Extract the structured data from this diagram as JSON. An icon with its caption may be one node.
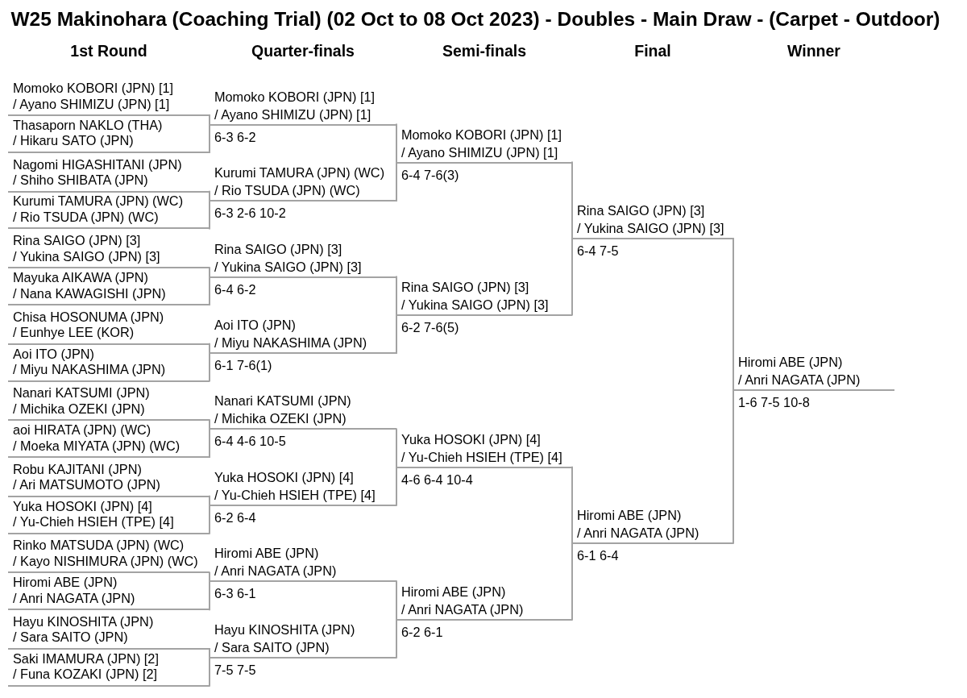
{
  "diagram": {
    "title": "W25 Makinohara (Coaching Trial) (02 Oct to 08 Oct 2023) - Doubles - Main Draw - (Carpet - Outdoor)",
    "labels": [
      "1st Round",
      "Quarter-finals",
      "Semi-finals",
      "Final",
      "Winner"
    ],
    "nodes": [
      {
        "text": [
          "Momoko KOBORI (JPN) [1]",
          "/ Ayano SHIMIZU (JPN) [1]"
        ]
      },
      {
        "text": [
          "Thasaporn NAKLO (THA)",
          "/ Hikaru SATO (JPN)"
        ]
      },
      {
        "text": [
          "Nagomi HIGASHITANI (JPN)",
          "/ Shiho SHIBATA (JPN)"
        ]
      },
      {
        "text": [
          "Kurumi TAMURA (JPN) (WC)",
          "/ Rio TSUDA (JPN) (WC)"
        ]
      },
      {
        "text": [
          "Rina SAIGO (JPN) [3]",
          "/ Yukina SAIGO (JPN) [3]"
        ]
      },
      {
        "text": [
          "Mayuka AIKAWA (JPN)",
          "/ Nana KAWAGISHI (JPN)"
        ]
      },
      {
        "text": [
          "Chisa HOSONUMA (JPN)",
          "/ Eunhye LEE (KOR)"
        ]
      },
      {
        "text": [
          "Aoi ITO (JPN)",
          "/ Miyu NAKASHIMA (JPN)"
        ]
      },
      {
        "text": [
          "Nanari KATSUMI (JPN)",
          "/ Michika OZEKI (JPN)"
        ]
      },
      {
        "text": [
          "aoi HIRATA (JPN) (WC)",
          "/ Moeka MIYATA (JPN) (WC)"
        ]
      },
      {
        "text": [
          "Robu KAJITANI (JPN)",
          "/ Ari MATSUMOTO (JPN)"
        ]
      },
      {
        "text": [
          "Yuka HOSOKI (JPN) [4]",
          "/ Yu-Chieh HSIEH (TPE) [4]"
        ]
      },
      {
        "text": [
          "Rinko MATSUDA (JPN) (WC)",
          "/ Kayo NISHIMURA (JPN) (WC)"
        ]
      },
      {
        "text": [
          "Hiromi ABE (JPN)",
          "/ Anri NAGATA (JPN)"
        ]
      },
      {
        "text": [
          "Hayu KINOSHITA (JPN)",
          "/ Sara SAITO (JPN)"
        ]
      },
      {
        "text": [
          "Saki IMAMURA (JPN) [2]",
          "/ Funa KOZAKI (JPN) [2]"
        ]
      },
      {
        "text": [
          "Momoko KOBORI (JPN) [1]",
          "/ Ayano SHIMIZU (JPN) [1]"
        ],
        "beside": [
          "6-3 6-2"
        ]
      },
      {
        "text": [
          "Kurumi TAMURA (JPN) (WC)",
          "/ Rio TSUDA (JPN) (WC)"
        ],
        "beside": [
          "6-3 2-6 10-2"
        ]
      },
      {
        "text": [
          "Rina SAIGO (JPN) [3]",
          "/ Yukina SAIGO (JPN) [3]"
        ],
        "beside": [
          "6-4 6-2"
        ]
      },
      {
        "text": [
          "Aoi ITO (JPN)",
          "/ Miyu NAKASHIMA (JPN)"
        ],
        "beside": [
          "6-1 7-6(1)"
        ]
      },
      {
        "text": [
          "Nanari KATSUMI (JPN)",
          "/ Michika OZEKI (JPN)"
        ],
        "beside": [
          "6-4 4-6 10-5"
        ]
      },
      {
        "text": [
          "Yuka HOSOKI (JPN) [4]",
          "/ Yu-Chieh HSIEH (TPE) [4]"
        ],
        "beside": [
          "6-2 6-4"
        ]
      },
      {
        "text": [
          "Hiromi ABE (JPN)",
          "/ Anri NAGATA (JPN)"
        ],
        "beside": [
          "6-3 6-1"
        ]
      },
      {
        "text": [
          "Hayu KINOSHITA (JPN)",
          "/ Sara SAITO (JPN)"
        ],
        "beside": [
          "7-5 7-5"
        ]
      },
      {
        "text": [
          "Momoko KOBORI (JPN) [1]",
          "/ Ayano SHIMIZU (JPN) [1]"
        ],
        "beside": [
          "6-4 7-6(3)"
        ]
      },
      {
        "text": [
          "Rina SAIGO (JPN) [3]",
          "/ Yukina SAIGO (JPN) [3]"
        ],
        "beside": [
          "6-2 7-6(5)"
        ]
      },
      {
        "text": [
          "Yuka HOSOKI (JPN) [4]",
          "/ Yu-Chieh HSIEH (TPE) [4]"
        ],
        "beside": [
          "4-6 6-4 10-4"
        ]
      },
      {
        "text": [
          "Hiromi ABE (JPN)",
          "/ Anri NAGATA (JPN)"
        ],
        "beside": [
          "6-2 6-1"
        ]
      },
      {
        "text": [
          "Rina SAIGO (JPN) [3]",
          "/ Yukina SAIGO (JPN) [3]"
        ],
        "beside": [
          "6-4 7-5"
        ]
      },
      {
        "text": [
          "Hiromi ABE (JPN)",
          "/ Anri NAGATA (JPN)"
        ],
        "beside": [
          "6-1 6-4"
        ]
      },
      {
        "text": [
          "Hiromi ABE (JPN)",
          "/ Anri NAGATA (JPN)"
        ],
        "beside": [
          "1-6 7-5 10-8"
        ]
      }
    ],
    "edges": [
      {
        "from": 0,
        "to": 16,
        "arrow": "none"
      },
      {
        "from": 1,
        "to": 16,
        "arrow": "none"
      },
      {
        "from": 2,
        "to": 17,
        "arrow": "none"
      },
      {
        "from": 3,
        "to": 17,
        "arrow": "none"
      },
      {
        "from": 4,
        "to": 18,
        "arrow": "none"
      },
      {
        "from": 5,
        "to": 18,
        "arrow": "none"
      },
      {
        "from": 6,
        "to": 19,
        "arrow": "none"
      },
      {
        "from": 7,
        "to": 19,
        "arrow": "none"
      },
      {
        "from": 8,
        "to": 20,
        "arrow": "none"
      },
      {
        "from": 9,
        "to": 20,
        "arrow": "none"
      },
      {
        "from": 10,
        "to": 21,
        "arrow": "none"
      },
      {
        "from": 11,
        "to": 21,
        "arrow": "none"
      },
      {
        "from": 12,
        "to": 22,
        "arrow": "none"
      },
      {
        "from": 13,
        "to": 22,
        "arrow": "none"
      },
      {
        "from": 14,
        "to": 23,
        "arrow": "none"
      },
      {
        "from": 15,
        "to": 23,
        "arrow": "none"
      },
      {
        "from": 16,
        "to": 24,
        "arrow": "none"
      },
      {
        "from": 17,
        "to": 24,
        "arrow": "none"
      },
      {
        "from": 18,
        "to": 25,
        "arrow": "none"
      },
      {
        "from": 19,
        "to": 25,
        "arrow": "none"
      },
      {
        "from": 20,
        "to": 26,
        "arrow": "none"
      },
      {
        "from": 21,
        "to": 26,
        "arrow": "none"
      },
      {
        "from": 22,
        "to": 27,
        "arrow": "none"
      },
      {
        "from": 23,
        "to": 27,
        "arrow": "none"
      },
      {
        "from": 24,
        "to": 28,
        "arrow": "none"
      },
      {
        "from": 25,
        "to": 28,
        "arrow": "none"
      },
      {
        "from": 26,
        "to": 29,
        "arrow": "none"
      },
      {
        "from": 27,
        "to": 29,
        "arrow": "none"
      },
      {
        "from": 28,
        "to": 30,
        "arrow": "none"
      },
      {
        "from": 29,
        "to": 30,
        "arrow": "none"
      }
    ]
  }
}
